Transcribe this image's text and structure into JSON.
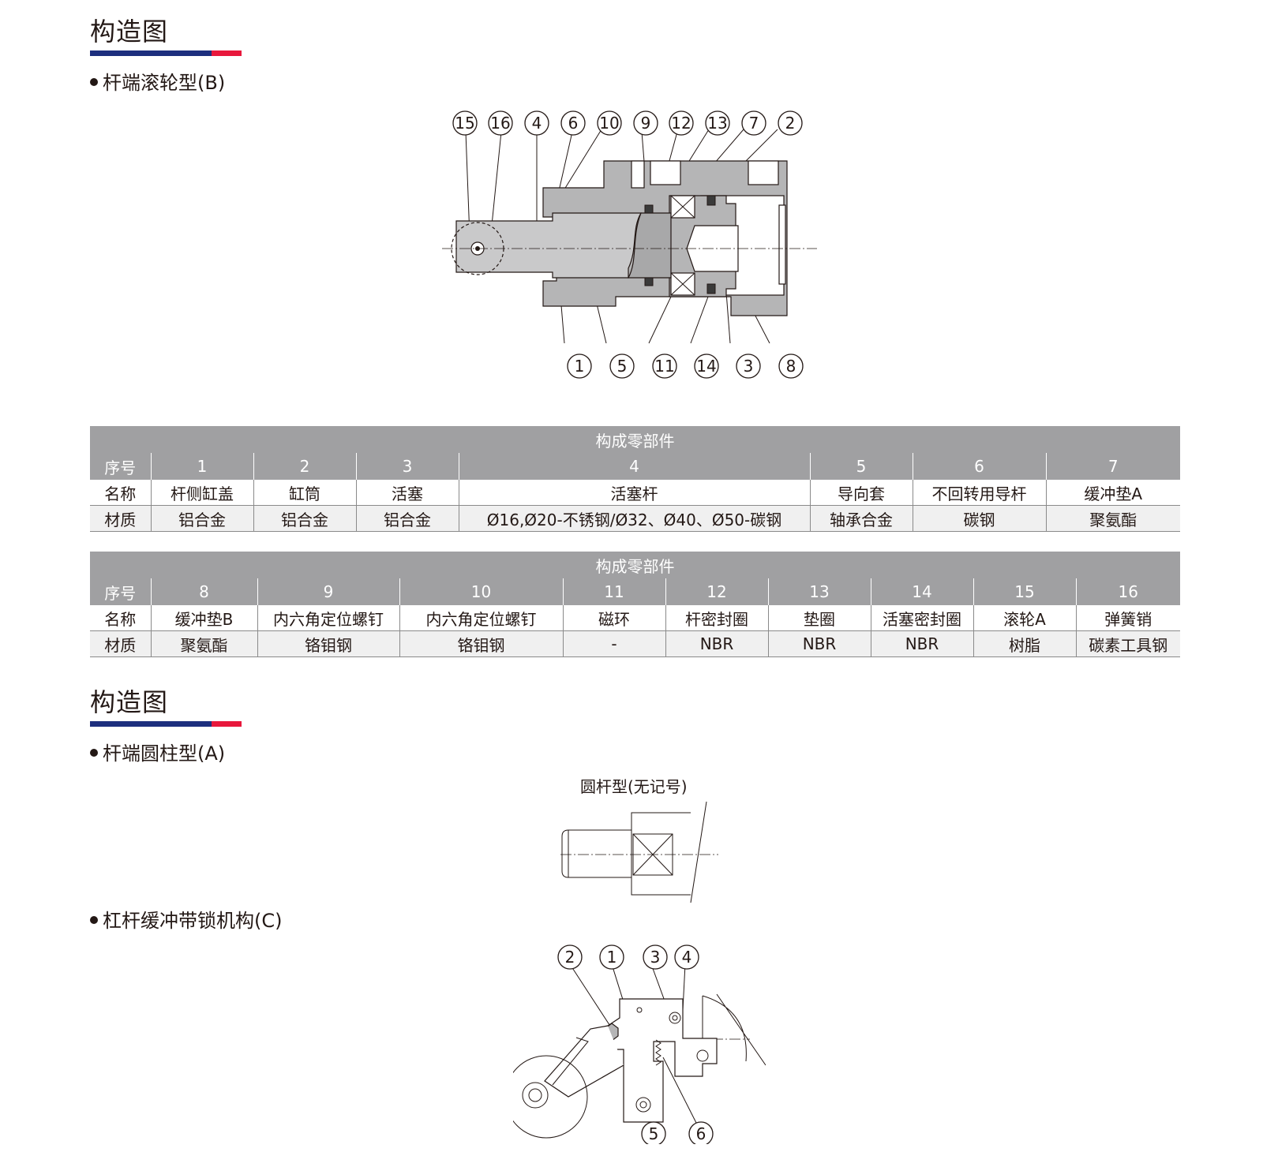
{
  "section1": {
    "title": "构造图",
    "subtitle": "杆端滚轮型(B)",
    "callouts_top": [
      "15",
      "16",
      "4",
      "6",
      "10",
      "9",
      "12",
      "13",
      "7",
      "2"
    ],
    "callouts_bottom": [
      "1",
      "5",
      "11",
      "14",
      "3",
      "8"
    ]
  },
  "table1": {
    "header": "构成零部件",
    "label_no": "序号",
    "label_name": "名称",
    "label_material": "材质",
    "cols": [
      {
        "no": "1",
        "name": "杆侧缸盖",
        "material": "铝合金"
      },
      {
        "no": "2",
        "name": "缸筒",
        "material": "铝合金"
      },
      {
        "no": "3",
        "name": "活塞",
        "material": "铝合金"
      },
      {
        "no": "4",
        "name": "活塞杆",
        "material": "Ø16,Ø20-不锈钢/Ø32、Ø40、Ø50-碳钢"
      },
      {
        "no": "5",
        "name": "导向套",
        "material": "轴承合金"
      },
      {
        "no": "6",
        "name": "不回转用导杆",
        "material": "碳钢"
      },
      {
        "no": "7",
        "name": "缓冲垫A",
        "material": "聚氨酯"
      }
    ]
  },
  "table2": {
    "header": "构成零部件",
    "label_no": "序号",
    "label_name": "名称",
    "label_material": "材质",
    "cols": [
      {
        "no": "8",
        "name": "缓冲垫B",
        "material": "聚氨酯"
      },
      {
        "no": "9",
        "name": "内六角定位螺钉",
        "material": "铬钼钢"
      },
      {
        "no": "10",
        "name": "内六角定位螺钉",
        "material": "铬钼钢"
      },
      {
        "no": "11",
        "name": "磁环",
        "material": "-"
      },
      {
        "no": "12",
        "name": "杆密封圈",
        "material": "NBR"
      },
      {
        "no": "13",
        "name": "垫圈",
        "material": "NBR"
      },
      {
        "no": "14",
        "name": "活塞密封圈",
        "material": "NBR"
      },
      {
        "no": "15",
        "name": "滚轮A",
        "material": "树脂"
      },
      {
        "no": "16",
        "name": "弹簧销",
        "material": "碳素工具钢"
      }
    ]
  },
  "section2": {
    "title": "构造图",
    "subtitle_a": "杆端圆柱型(A)",
    "caption_a": "圆杆型(无记号)",
    "subtitle_c": "杠杆缓冲带锁机构(C)",
    "callouts_c_top": [
      "2",
      "1",
      "3",
      "4"
    ],
    "callouts_c_bottom": [
      "5",
      "6"
    ]
  },
  "colors": {
    "bar_blue": "#1d2f7e",
    "bar_red": "#e8183c",
    "table_header": "#a0a0a2",
    "material_row": "#f0f0f0"
  }
}
